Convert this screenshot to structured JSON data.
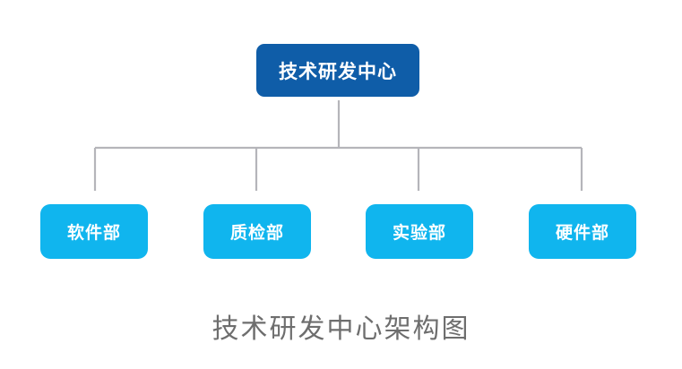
{
  "chart": {
    "title": "技术研发中心架构图",
    "root": {
      "label": "技术研发中心",
      "color": "#0f5da8",
      "text_color": "#ffffff"
    },
    "children": [
      {
        "label": "软件部",
        "color": "#10b5ee",
        "text_color": "#ffffff"
      },
      {
        "label": "质检部",
        "color": "#10b5ee",
        "text_color": "#ffffff"
      },
      {
        "label": "实验部",
        "color": "#10b5ee",
        "text_color": "#ffffff"
      },
      {
        "label": "硬件部",
        "color": "#10b5ee",
        "text_color": "#ffffff"
      }
    ],
    "connector_color": "#b5b5ba",
    "background": "#ffffff"
  }
}
